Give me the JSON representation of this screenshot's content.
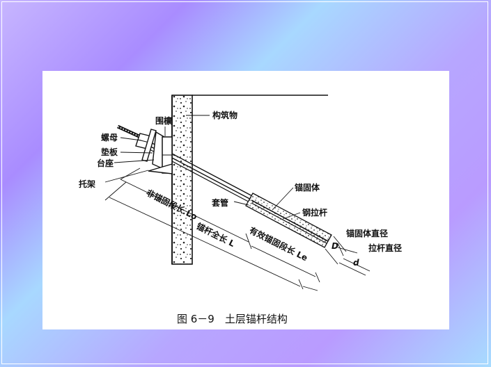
{
  "labels": {
    "structure": "构筑物",
    "waler": "围檩",
    "nut": "螺母",
    "plate": "垫板",
    "base": "台座",
    "bracket": "托架",
    "non_anchor_length": "非锚固段长 Lo",
    "total_length": "锚杆全长 L",
    "sleeve": "套管",
    "effective_length": "有效锚固段长 Le",
    "anchor_body": "锚固体",
    "steel_rod": "钢拉杆",
    "anchor_diameter": "锚固体直径",
    "rod_diameter": "拉杆直径",
    "dim_D": "D",
    "dim_d": "d"
  },
  "caption": "图 6－9　土层锚杆结构"
}
